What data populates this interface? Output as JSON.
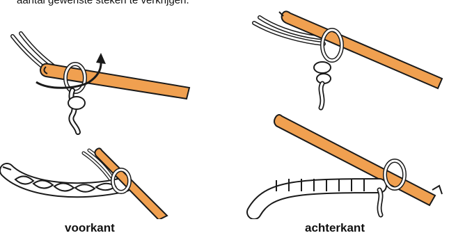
{
  "instruction": {
    "text": "aantal gewenste steken te verkrijgen."
  },
  "captions": {
    "front": "voorkant",
    "back": "achterkant"
  },
  "colors": {
    "hook": "#F0A050",
    "outline": "#1a1a1a",
    "yarn": "#ffffff"
  }
}
